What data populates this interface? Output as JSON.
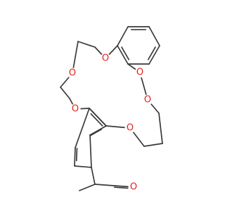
{
  "diagram": {
    "colors": {
      "bond": "#3a3a3a",
      "oxygen": "#e8201c",
      "background": "#ffffff"
    },
    "atom_labels": [
      {
        "name": "oxygen-atom-1",
        "text": "O"
      },
      {
        "name": "oxygen-atom-2",
        "text": "O"
      },
      {
        "name": "oxygen-atom-3",
        "text": "O"
      },
      {
        "name": "oxygen-atom-4",
        "text": "O"
      },
      {
        "name": "oxygen-atom-5",
        "text": "O"
      },
      {
        "name": "oxygen-atom-6",
        "text": "O"
      },
      {
        "name": "oxygen-atom-ketone",
        "text": "O"
      }
    ]
  }
}
